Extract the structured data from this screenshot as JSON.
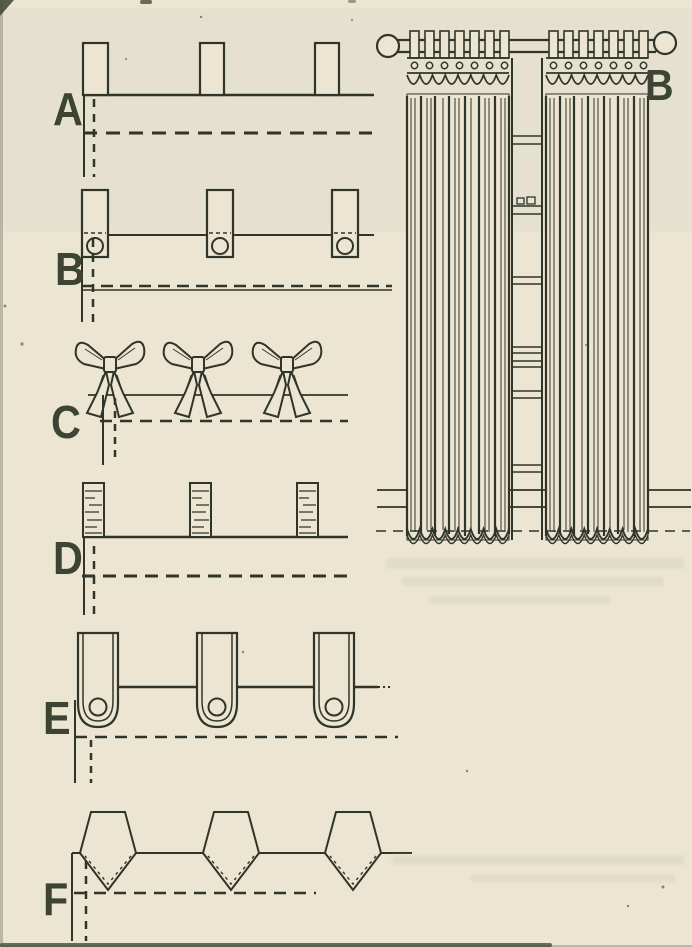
{
  "page": {
    "background_color": "#ece5d2",
    "top_band_color": "#e1decb",
    "ink_color": "#2f3528",
    "label_color": "#3d4434",
    "smudge_color": "#d6d4bd",
    "edge_mark_color": "#474c3a"
  },
  "figures": [
    {
      "id": "A",
      "label": "A",
      "heading_style": "plain-tab"
    },
    {
      "id": "B",
      "label": "B",
      "heading_style": "buttoned-tab"
    },
    {
      "id": "C",
      "label": "C",
      "heading_style": "bow-tie"
    },
    {
      "id": "D",
      "label": "D",
      "heading_style": "striped-tab"
    },
    {
      "id": "E",
      "label": "E",
      "heading_style": "rounded-buttonhole-tab"
    },
    {
      "id": "F",
      "label": "F",
      "heading_style": "pointed-tab"
    }
  ],
  "main_illustration": {
    "label": "B",
    "subject": "tab-top-curtains-on-pole"
  }
}
